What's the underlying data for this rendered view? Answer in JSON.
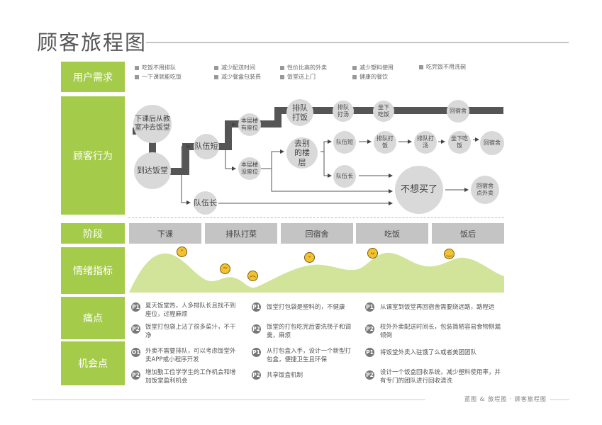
{
  "title": "顾客旅程图",
  "rows": {
    "needs": "用户需求",
    "behavior": "顾客行为",
    "stage": "阶段",
    "emotion": "情绪指标",
    "pain": "痛点",
    "opportunity": "机会点"
  },
  "needs": [
    "吃饭不用排队",
    "一下课就能吃饭",
    "减少配送时间",
    "减少餐盒包装费",
    "性价比高的外卖",
    "饭堂送上门",
    "减少塑料使用",
    "健康的餐饮",
    "吃完饭不用洗碗"
  ],
  "behavior": {
    "nodes": {
      "start": "下课后从教室冲去饭堂",
      "arrive": "到达饭堂",
      "short_queue": "队伍短",
      "long_queue": "队伍长",
      "seat_yes": "本层楼有座位",
      "seat_no": "本层楼没座位",
      "queue_rice": "排队打饭",
      "queue_soup": "排队打汤",
      "sit_eat": "坐下吃饭",
      "back_dorm": "回宿舍",
      "other_floor": "去别的楼层",
      "of_short": "队伍短",
      "of_rice": "排队打饭",
      "of_soup": "排队打汤",
      "of_eat": "坐下吃饭",
      "of_dorm": "回宿舍",
      "of_long": "队伍长",
      "give_up": "不想买了",
      "takeout": "回宿舍点外卖"
    }
  },
  "stages": [
    "下课",
    "排队打菜",
    "回宿舍",
    "吃饭",
    "饭后"
  ],
  "emotion": {
    "points": [
      {
        "stage": "下课",
        "mood": "laughing",
        "level": 0.9
      },
      {
        "stage": "排队打菜",
        "mood": "worried",
        "level": 0.35
      },
      {
        "stage": "排队打菜",
        "mood": "sad",
        "level": 0.2
      },
      {
        "stage": "回宿舍",
        "mood": "neutral",
        "level": 0.6
      },
      {
        "stage": "吃饭",
        "mood": "grinning",
        "level": 0.8
      },
      {
        "stage": "饭后",
        "mood": "smile",
        "level": 0.7
      }
    ],
    "fill_color": "#d2e39a"
  },
  "pain_points": [
    [
      {
        "badge": "P1",
        "text": "夏天饭堂热，人多排队长且找不到座位，过程麻烦"
      },
      {
        "badge": "P2",
        "text": "饭堂打包袋上沾了很多菜汁，不干净"
      }
    ],
    [
      {
        "badge": "P1",
        "text": "饭堂打包袋是塑料的，不健康"
      },
      {
        "badge": "P2",
        "text": "饭堂的打包吃完后要洗筷子和调羹，麻烦"
      }
    ],
    [
      {
        "badge": "P1",
        "text": "从课室到饭堂再回宿舍需要绕远路，路程远"
      },
      {
        "badge": "P2",
        "text": "校外外卖配送时间长，包装简陋容易食物侧漏倾倒"
      }
    ]
  ],
  "opportunities": [
    [
      {
        "badge": "O1",
        "text": "外卖不需要排队，可以考虑饭堂外卖APP或小程序开发"
      },
      {
        "badge": "P2",
        "text": "增加勤工俭学学生的工作机会和增加饭堂盈利机会"
      }
    ],
    [
      {
        "badge": "P1",
        "text": "从打包盒入手，设计一个新型打包盒，便捷卫生且环保"
      },
      {
        "badge": "P2",
        "text": "共享饭盒机制"
      }
    ],
    [
      {
        "badge": "P1",
        "text": "将饭堂外卖入驻饿了么或者美团团队"
      },
      {
        "badge": "P2",
        "text": "设计一个饭盒回收系统，减少塑料使用率，并有专门的团队进行回收清洗"
      }
    ]
  ],
  "footer": "蓝图 & 旅程图 · 顾客旅程图",
  "colors": {
    "accent": "#a5cb4a",
    "node": "#d9d9d9",
    "path": "#555555",
    "stage": "#c4c4c4"
  }
}
